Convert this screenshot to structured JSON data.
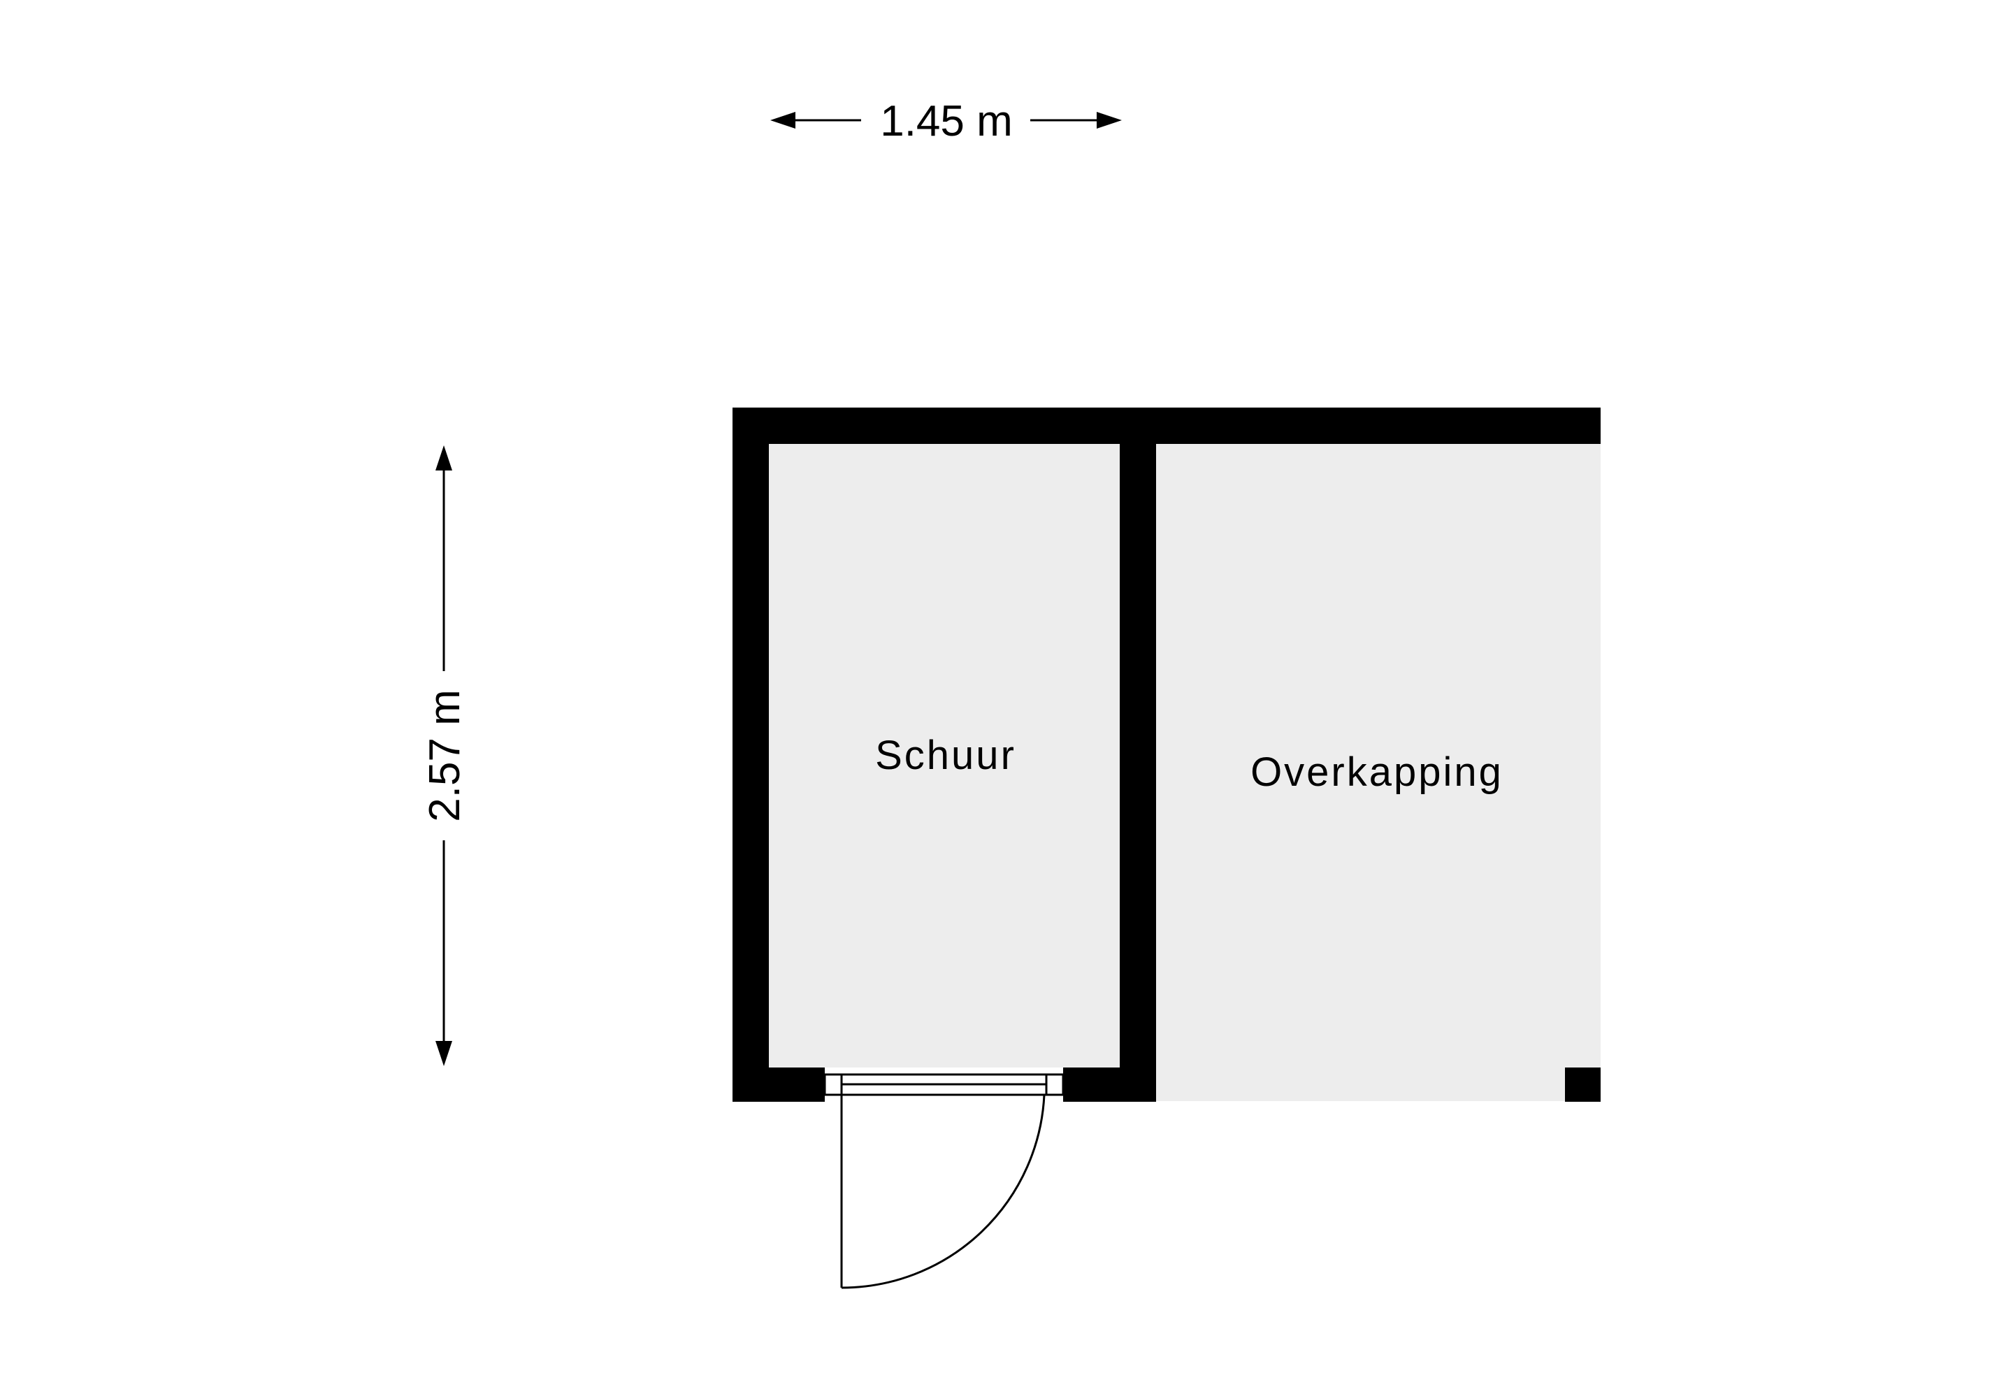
{
  "plan": {
    "rooms": [
      {
        "id": "schuur",
        "label": "Schuur"
      },
      {
        "id": "overkapping",
        "label": "Overkapping"
      }
    ],
    "dimensions": {
      "width_label": "1.45 m",
      "height_label": "2.57 m"
    },
    "colors": {
      "wall": "#000000",
      "floor": "#ededed",
      "background": "#ffffff",
      "line": "#000000"
    }
  }
}
